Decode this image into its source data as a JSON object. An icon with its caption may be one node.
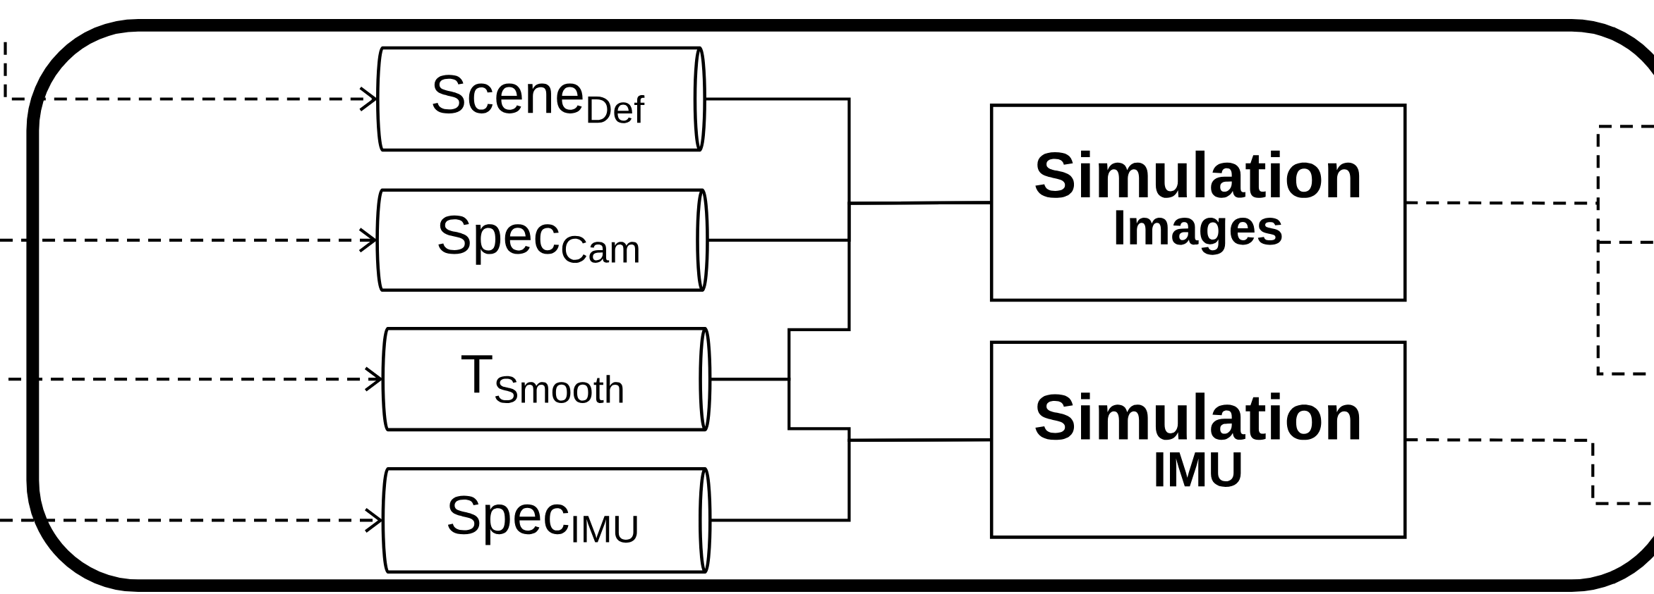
{
  "diagram": {
    "nodes": [
      {
        "text": [],
        "shape": "box"
      },
      {
        "text": [
          "Scene$_{Def}$"
        ],
        "in": 0
      },
      {
        "text": [
          "Spec$_{Cam}$"
        ],
        "in": 0
      },
      {
        "text": [
          "T$_{Smooth}$"
        ],
        "in": 0
      },
      {
        "text": [
          "Spec$_{IMU}$"
        ],
        "in": 0
      },
      {
        "text": [
          "Simulation",
          "Images"
        ],
        "in": 0
      },
      {
        "text": [
          "Simulation",
          "IMU"
        ],
        "in": 0
      }
    ],
    "edges": [
      {
        "from": null,
        "to": 1,
        "arrow": "to",
        "style": "dashed"
      },
      {
        "from": null,
        "to": 2,
        "arrow": "to",
        "style": "dashed"
      },
      {
        "from": null,
        "to": 3,
        "arrow": "to",
        "style": "dashed"
      },
      {
        "from": null,
        "to": 4,
        "arrow": "to",
        "style": "dashed"
      },
      {
        "from": 1,
        "to": 5,
        "arrow": "none"
      },
      {
        "from": 2,
        "to": 5,
        "arrow": "none"
      },
      {
        "from": 3,
        "to": 5,
        "arrow": "none"
      },
      {
        "from": 3,
        "to": 6,
        "arrow": "none"
      },
      {
        "from": 4,
        "to": 6,
        "arrow": "none"
      },
      {
        "from": 5,
        "to": null,
        "arrow": "none",
        "style": "dashed"
      },
      {
        "from": 6,
        "to": null,
        "arrow": "none",
        "style": "dashed"
      }
    ]
  }
}
